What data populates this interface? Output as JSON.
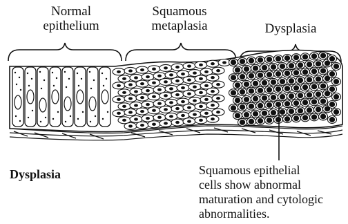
{
  "labels": {
    "normal": [
      "Normal",
      "epithelium"
    ],
    "squamous": [
      "Squamous",
      "metaplasia"
    ],
    "dysplasia": "Dysplasia"
  },
  "title": "Dysplasia",
  "caption": [
    "Squamous epithelial",
    "cells show abnormal",
    "maturation and cytologic",
    "abnormalities."
  ]
}
